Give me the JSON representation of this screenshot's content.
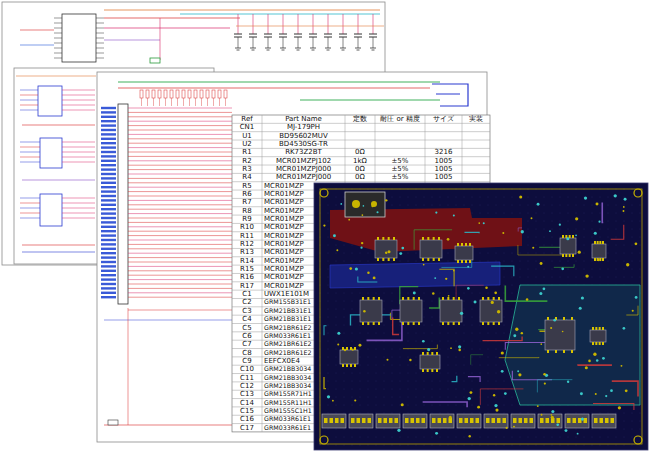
{
  "diagram": {
    "labels": [
      "Ref",
      "Part Name",
      "定数",
      "耐圧 or 精度",
      "サイズ",
      "実装",
      "CN1",
      "MJ-179PH",
      "U1",
      "BD95602MUV",
      "U2",
      "BD4530SG-TR",
      "R1",
      "RK73Z2BT",
      "0Ω",
      "3216",
      "R2",
      "MCR01MZPJ102",
      "1kΩ",
      "±5%",
      "1005",
      "R3",
      "MCR01MZPJ000",
      "0Ω",
      "±5%",
      "1005",
      "R4",
      "MCR01MZPJ000",
      "0Ω",
      "±5%",
      "1005",
      "R5",
      "MCR01MZP",
      "R6",
      "MCR01MZP",
      "R7",
      "MCR01MZP",
      "R8",
      "MCR01MZP",
      "R9",
      "MCR01MZP",
      "R10",
      "MCR01MZP",
      "R11",
      "MCR01MZP",
      "R12",
      "MCR01MZP",
      "R13",
      "MCR01MZP",
      "R14",
      "MCR01MZP",
      "R15",
      "MCR01MZP",
      "R16",
      "MCR01MZP",
      "R17",
      "MCR01MZP",
      "C1",
      "UWX1E101M",
      "C2",
      "GRM155B31E1",
      "C3",
      "GRM21BB31E1",
      "C4",
      "GRM21BB31E1",
      "C5",
      "GRM21BR61E2",
      "C6",
      "GRM033R61E1",
      "C7",
      "GRM21BR61E2",
      "C8",
      "GRM21BR61E2",
      "C9",
      "EEFCX0E4",
      "C10",
      "GRM21BB3034",
      "C11",
      "GRM21BB3034",
      "C12",
      "GRM21BB3034",
      "C13",
      "GRM155R71H1",
      "C14",
      "GRM155R11H1",
      "C15",
      "GRM1555C1H1",
      "C16",
      "GRM033R61E1",
      "C17",
      "GRM033R61E1"
    ]
  }
}
